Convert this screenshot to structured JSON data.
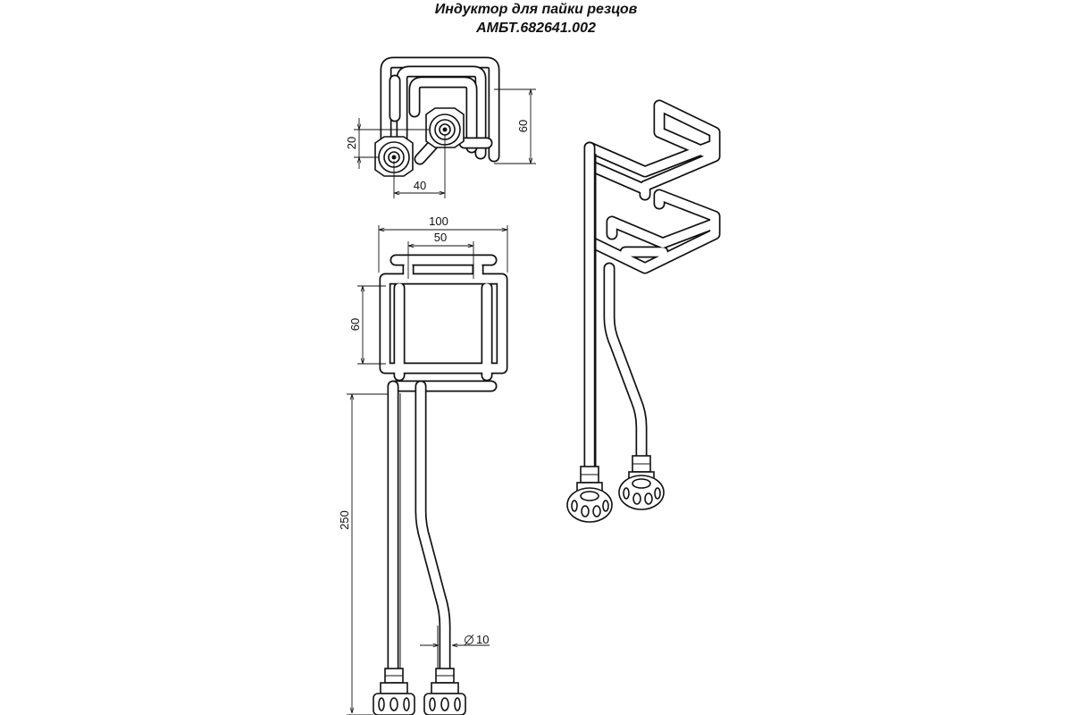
{
  "title": {
    "line1": "Индуктор для пайки резцов",
    "line2": "АМБТ.682641.002"
  },
  "dimensions": {
    "top_view_height": "60",
    "top_view_offset": "20",
    "top_view_spacing": "40",
    "front_width": "100",
    "front_inner_width": "50",
    "front_height": "60",
    "lead_length": "250",
    "tube_diameter": "10"
  }
}
